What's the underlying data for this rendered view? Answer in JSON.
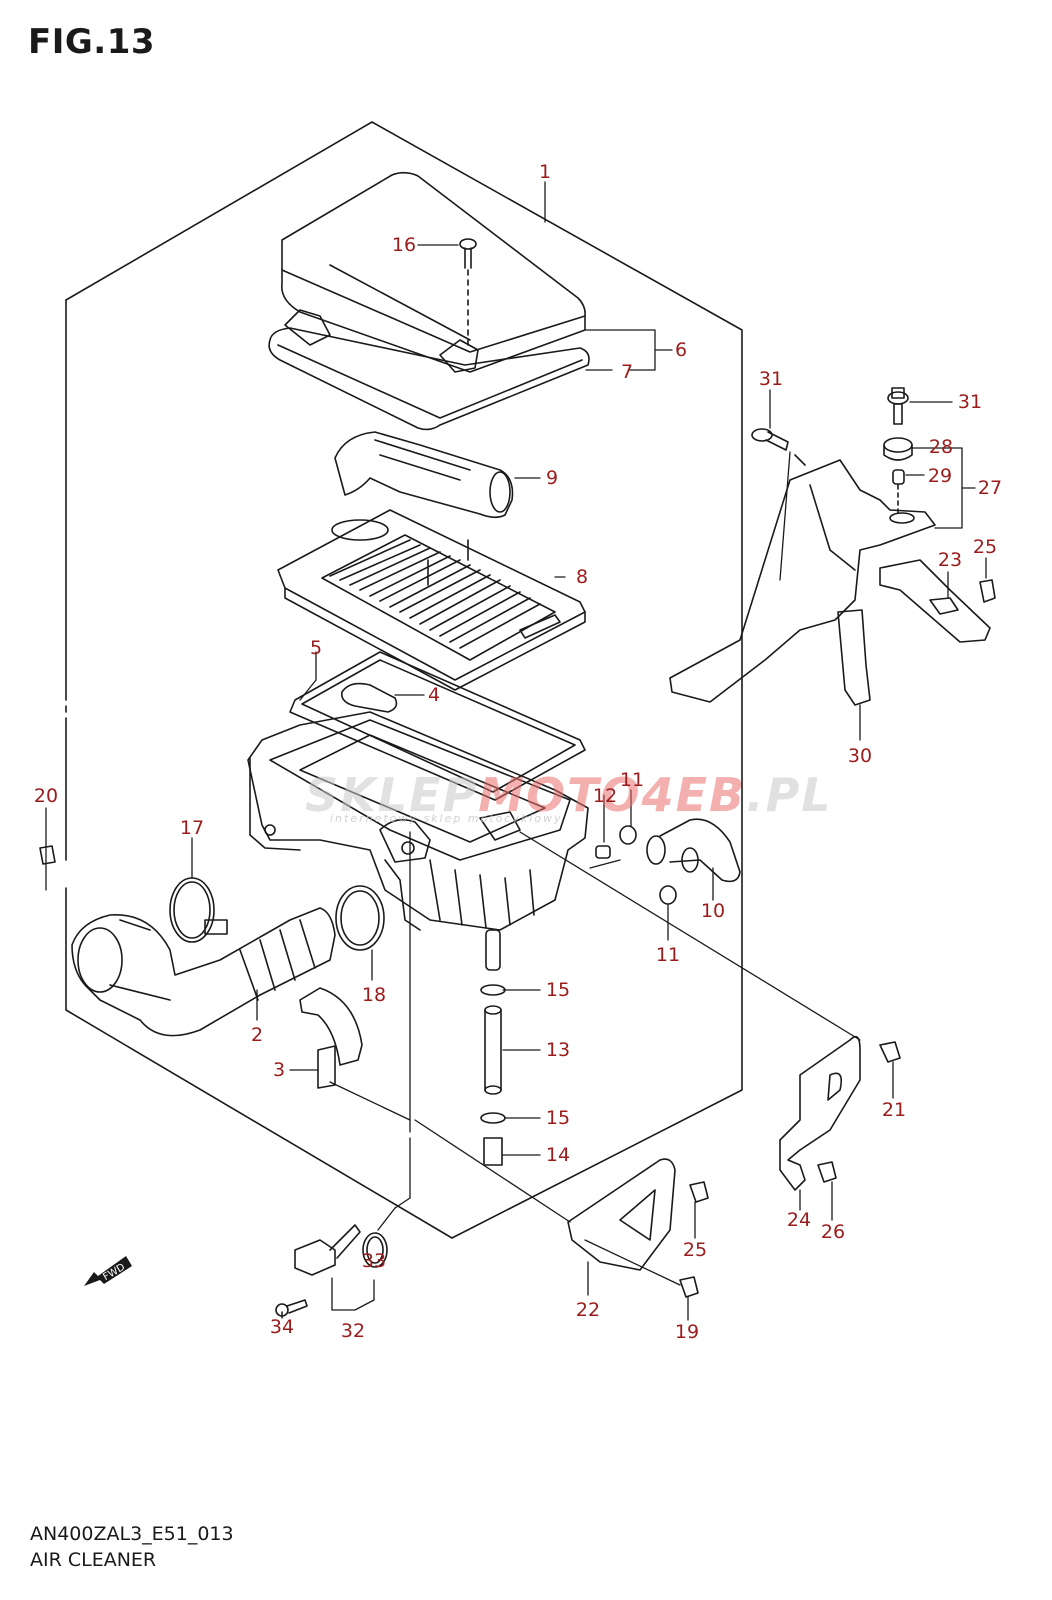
{
  "figure": {
    "title": "FIG.13",
    "model_code": "AN400ZAL3_E51_013",
    "section_name": "AIR CLEANER",
    "label_color": "#9b1c1c",
    "line_color": "#1a1a1a"
  },
  "watermark": {
    "text_a": "SKLEP",
    "text_b": "MOTO4EB",
    "text_c": ".PL",
    "subtitle": "internetowy sklep motocyklowy"
  },
  "direction_marker": {
    "icon": "fwd-arrow-icon",
    "text": "FWD"
  },
  "callouts": [
    {
      "id": "1",
      "part": "1"
    },
    {
      "id": "2",
      "part": "2"
    },
    {
      "id": "3",
      "part": "3"
    },
    {
      "id": "4",
      "part": "4"
    },
    {
      "id": "5",
      "part": "5"
    },
    {
      "id": "6",
      "part": "6"
    },
    {
      "id": "7",
      "part": "7"
    },
    {
      "id": "8",
      "part": "8"
    },
    {
      "id": "9",
      "part": "9"
    },
    {
      "id": "10",
      "part": "10"
    },
    {
      "id": "11a",
      "part": "11"
    },
    {
      "id": "11b",
      "part": "11"
    },
    {
      "id": "12",
      "part": "12"
    },
    {
      "id": "13",
      "part": "13"
    },
    {
      "id": "14",
      "part": "14"
    },
    {
      "id": "15a",
      "part": "15"
    },
    {
      "id": "15b",
      "part": "15"
    },
    {
      "id": "16",
      "part": "16"
    },
    {
      "id": "17",
      "part": "17"
    },
    {
      "id": "18",
      "part": "18"
    },
    {
      "id": "19",
      "part": "19"
    },
    {
      "id": "20",
      "part": "20"
    },
    {
      "id": "21",
      "part": "21"
    },
    {
      "id": "22",
      "part": "22"
    },
    {
      "id": "23",
      "part": "23"
    },
    {
      "id": "24",
      "part": "24"
    },
    {
      "id": "25a",
      "part": "25"
    },
    {
      "id": "25b",
      "part": "25"
    },
    {
      "id": "26",
      "part": "26"
    },
    {
      "id": "27",
      "part": "27"
    },
    {
      "id": "28",
      "part": "28"
    },
    {
      "id": "29",
      "part": "29"
    },
    {
      "id": "30",
      "part": "30"
    },
    {
      "id": "31a",
      "part": "31"
    },
    {
      "id": "31b",
      "part": "31"
    },
    {
      "id": "32",
      "part": "32"
    },
    {
      "id": "33",
      "part": "33"
    },
    {
      "id": "34",
      "part": "34"
    }
  ]
}
